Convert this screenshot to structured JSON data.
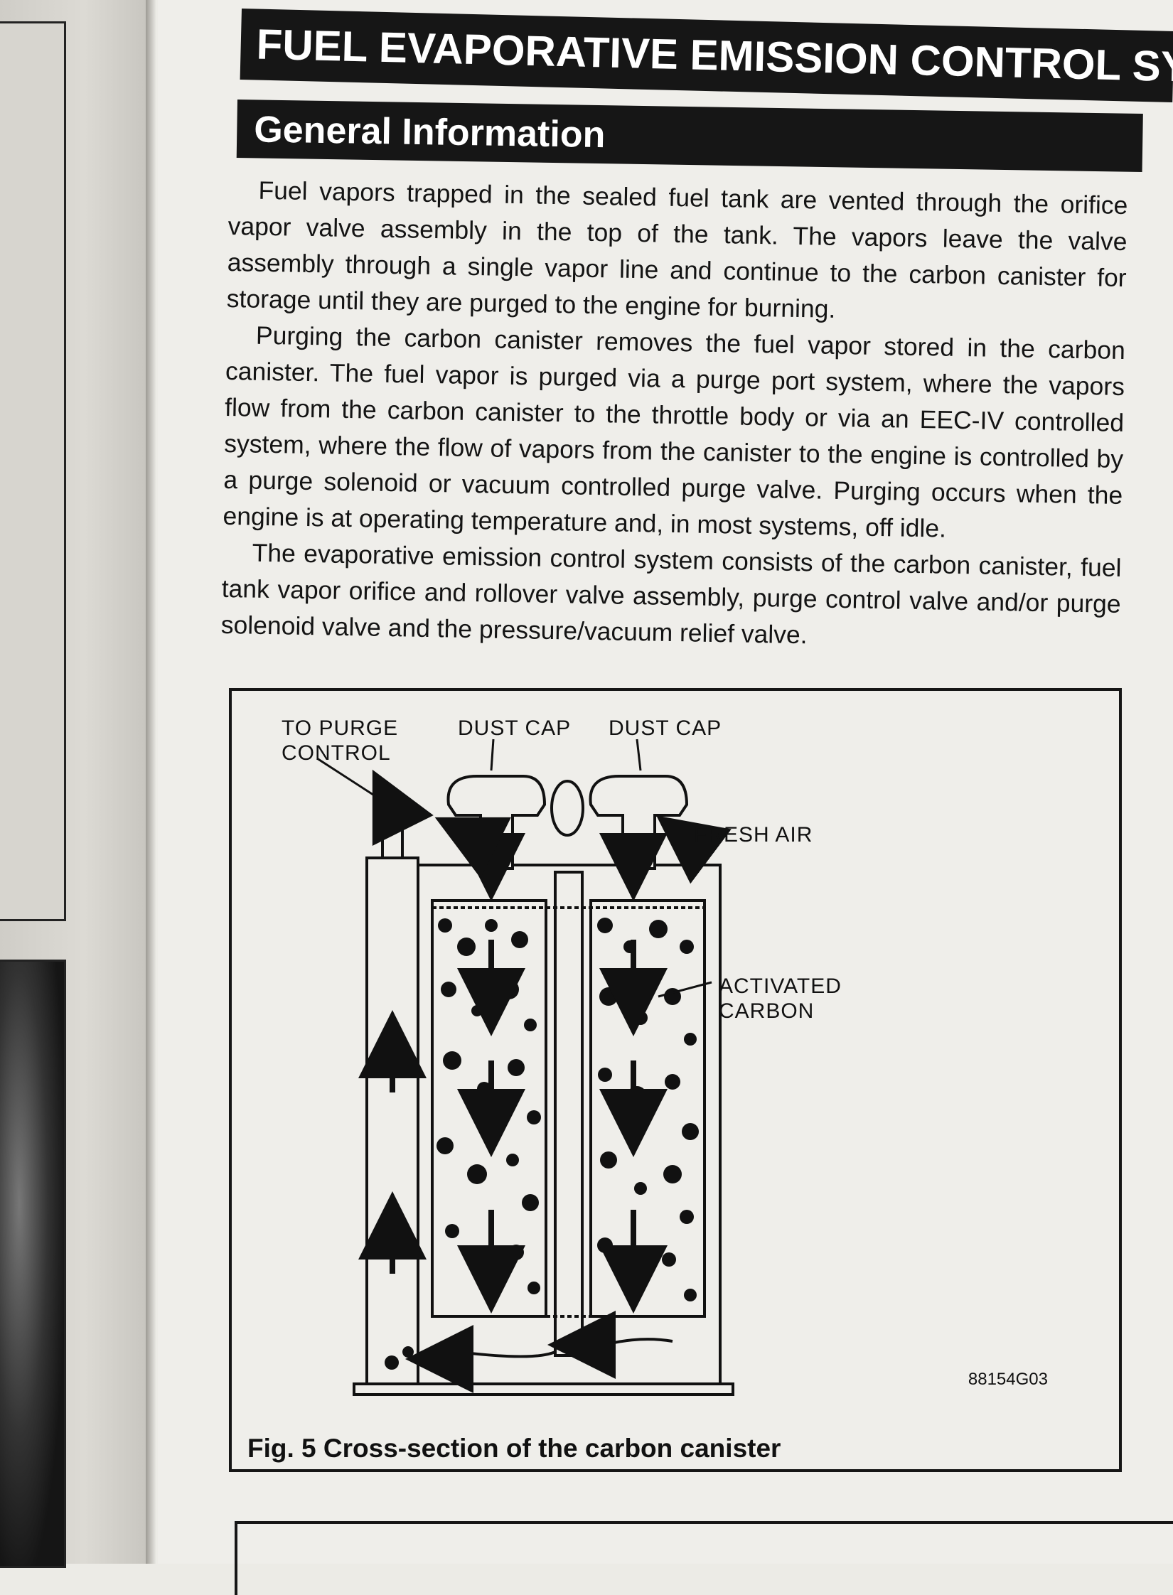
{
  "header": {
    "section_title": "FUEL EVAPORATIVE EMISSION CONTROL SYSTEM",
    "subsection_title": "General Information"
  },
  "body": {
    "paragraphs": [
      "Fuel vapors trapped in the sealed fuel tank are vented through the orifice vapor valve assembly in the top of the tank. The vapors leave the valve assembly through a single vapor line and continue to the carbon canister for storage until they are purged to the engine for burning.",
      "Purging the carbon canister removes the fuel vapor stored in the carbon canister. The fuel vapor is purged via a purge port system, where the vapors flow from the carbon canister to the throttle body or via an EEC-IV controlled system, where the flow of vapors from the canister to the engine is controlled by a purge solenoid or vacuum controlled purge valve. Purging occurs when the engine is at operating temperature and, in most systems, off idle.",
      "The evaporative emission control system consists of the carbon canister, fuel tank vapor orifice and rollover valve assembly, purge control valve and/or purge solenoid valve and the pressure/vacuum relief valve."
    ]
  },
  "figure": {
    "labels": {
      "to_purge_control": "TO PURGE\nCONTROL",
      "dust_cap_left": "DUST CAP",
      "dust_cap_right": "DUST CAP",
      "fresh_air": "FRESH AIR",
      "activated_carbon": "ACTIVATED\nCARBON"
    },
    "code": "88154G03",
    "caption": "Fig. 5 Cross-section of the carbon canister"
  }
}
